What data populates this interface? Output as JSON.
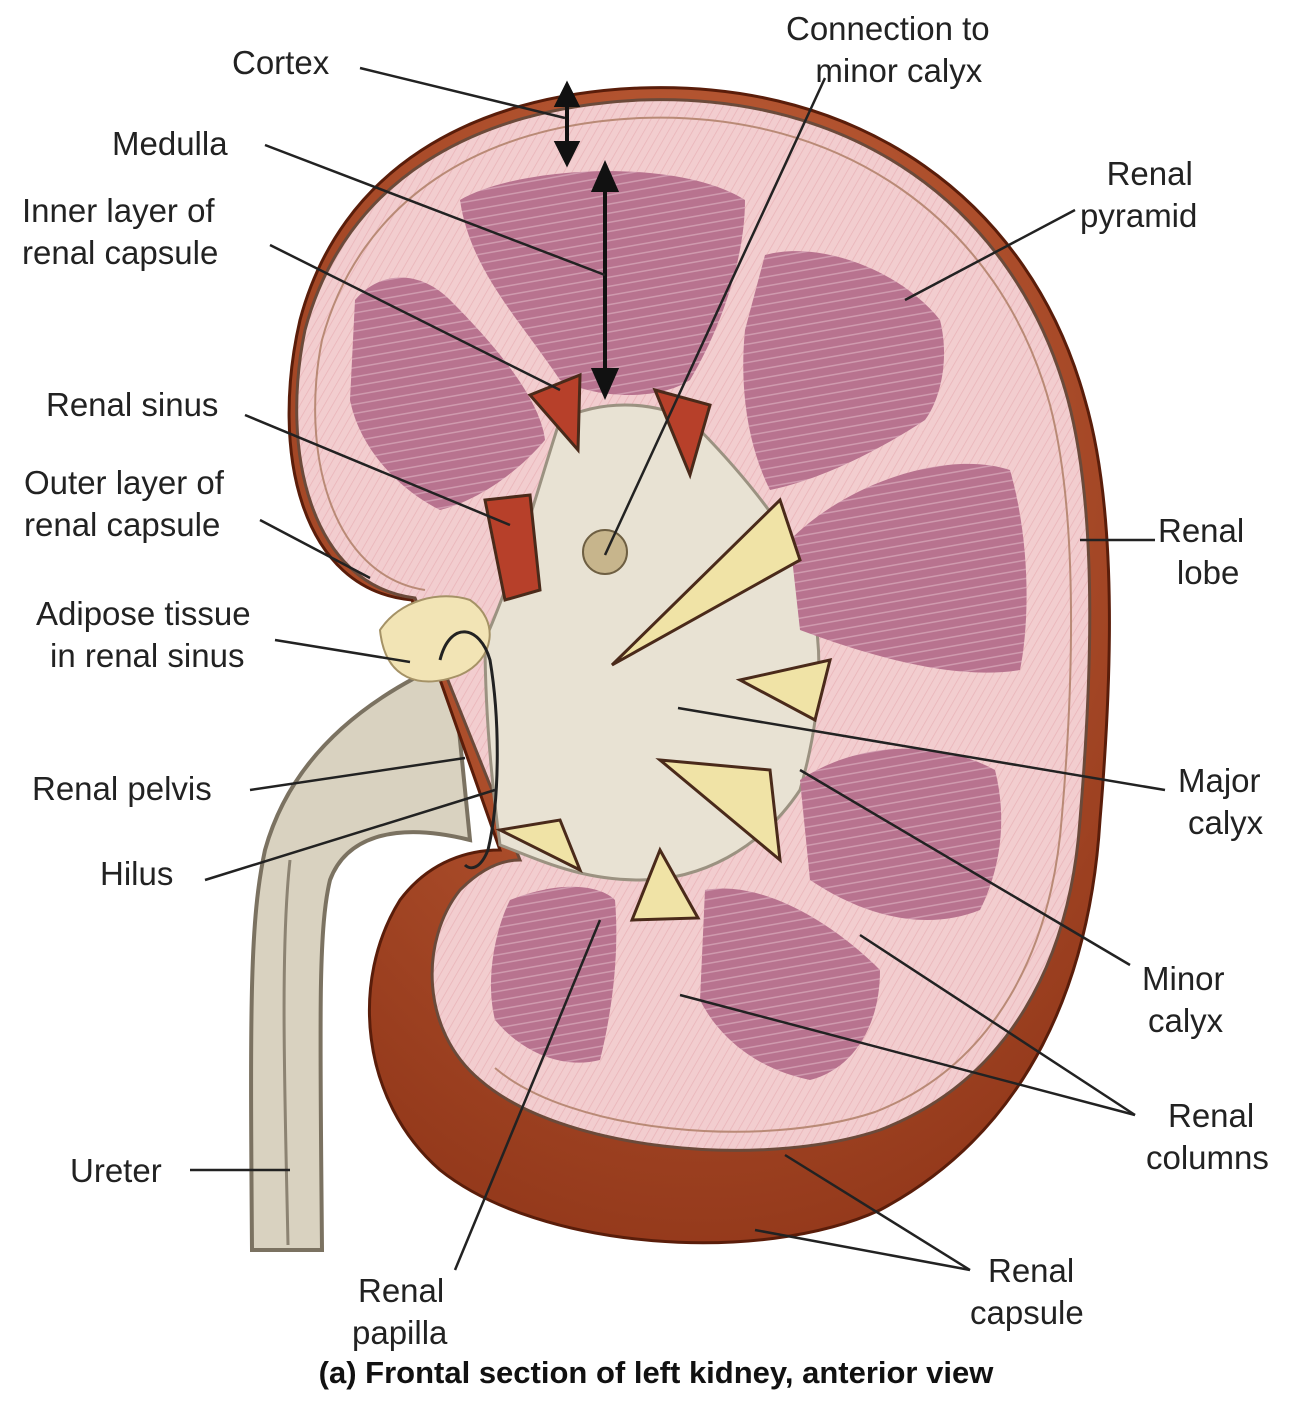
{
  "labels": {
    "cortex": "Cortex",
    "medulla": "Medulla",
    "inner_layer_1": "Inner layer of",
    "inner_layer_2": "renal capsule",
    "renal_sinus": "Renal sinus",
    "outer_layer_1": "Outer layer of",
    "outer_layer_2": "renal capsule",
    "adipose_1": "Adipose tissue",
    "adipose_2": "in renal sinus",
    "renal_pelvis": "Renal pelvis",
    "hilus": "Hilus",
    "ureter": "Ureter",
    "connection_1": "Connection to",
    "connection_2": "minor calyx",
    "pyramid_1": "Renal",
    "pyramid_2": "pyramid",
    "lobe_1": "Renal",
    "lobe_2": "lobe",
    "major_1": "Major",
    "major_2": "calyx",
    "minor_1": "Minor",
    "minor_2": "calyx",
    "columns_1": "Renal",
    "columns_2": "columns",
    "papilla_1": "Renal",
    "papilla_2": "papilla",
    "capsule_1": "Renal",
    "capsule_2": "capsule"
  },
  "caption": "(a) Frontal section of left kidney, anterior view",
  "colors": {
    "capsule": "#8e3417",
    "cortex": "#f2cdcf",
    "pyramid": "#b8738f",
    "sinus": "#e8e2d3",
    "calyx": "#f0e3a6"
  }
}
